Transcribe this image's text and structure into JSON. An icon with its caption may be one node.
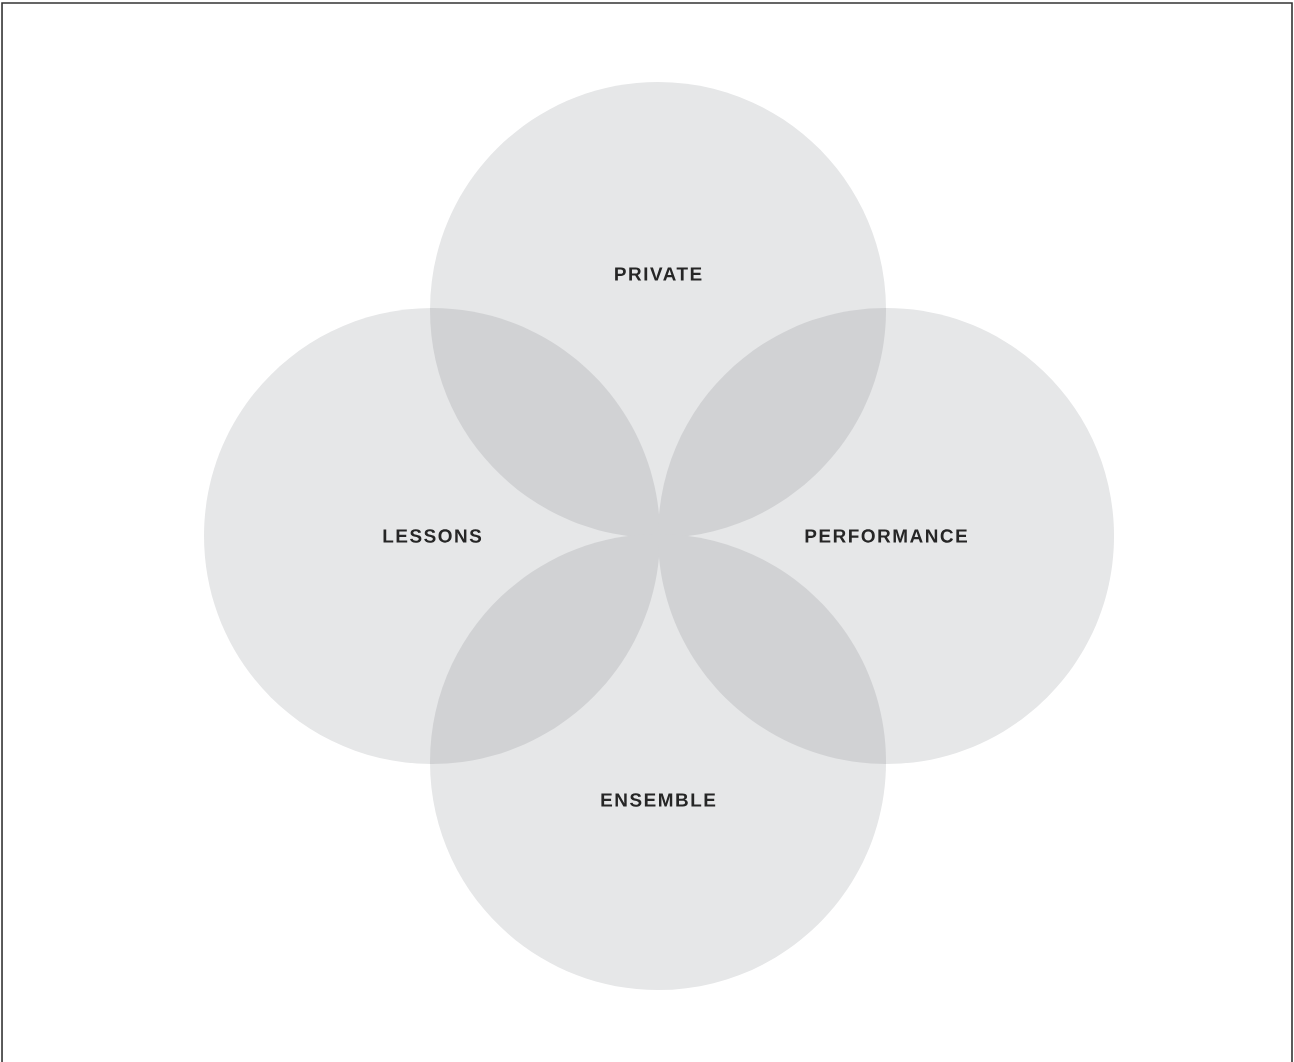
{
  "diagram": {
    "nodes": [
      {
        "text": [
          "PRIVATE"
        ]
      },
      {
        "text": [
          "LESSONS"
        ]
      },
      {
        "text": [
          "PERFORMANCE"
        ]
      },
      {
        "text": [
          "ENSEMBLE"
        ]
      }
    ]
  }
}
